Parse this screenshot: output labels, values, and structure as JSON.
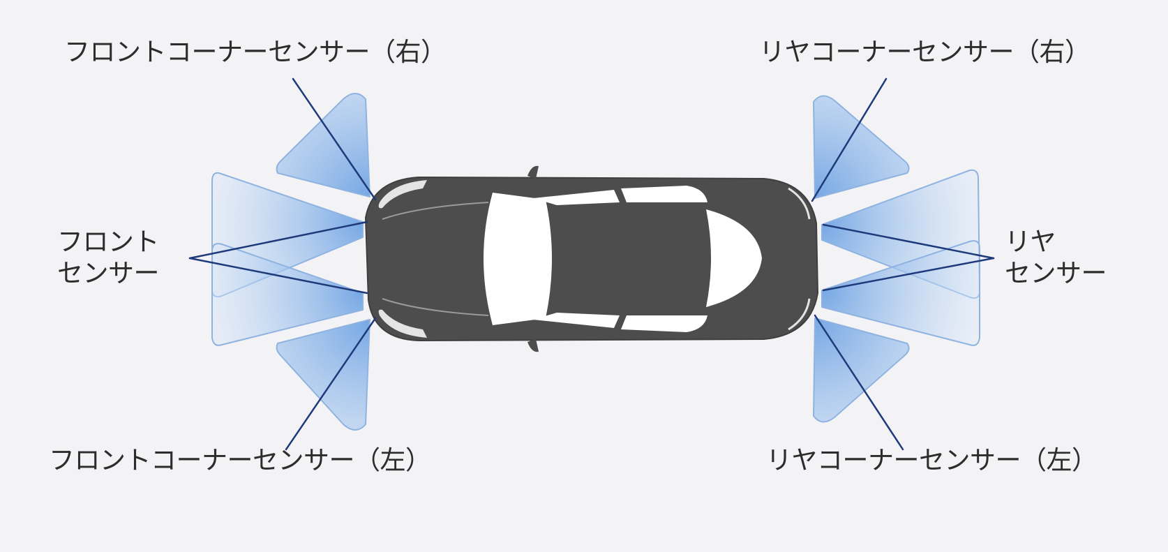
{
  "labels": {
    "front_corner_right": "フロントコーナーセンサー（右）",
    "front_corner_left": "フロントコーナーセンサー（左）",
    "rear_corner_right": "リヤコーナーセンサー（右）",
    "rear_corner_left": "リヤコーナーセンサー（左）",
    "front_sensor_line1": "フロント",
    "front_sensor_line2": "センサー",
    "rear_sensor_line1": "リヤ",
    "rear_sensor_line2": "センサー"
  },
  "colors": {
    "background": "#f3f3f6",
    "car_body": "#4d4d4d",
    "glass": "#ffffff",
    "sensor_fill": "#a9c9ee",
    "sensor_outline": "#8fb3e0",
    "leader_line": "#1e3a7a",
    "text": "#2c2c2c"
  }
}
